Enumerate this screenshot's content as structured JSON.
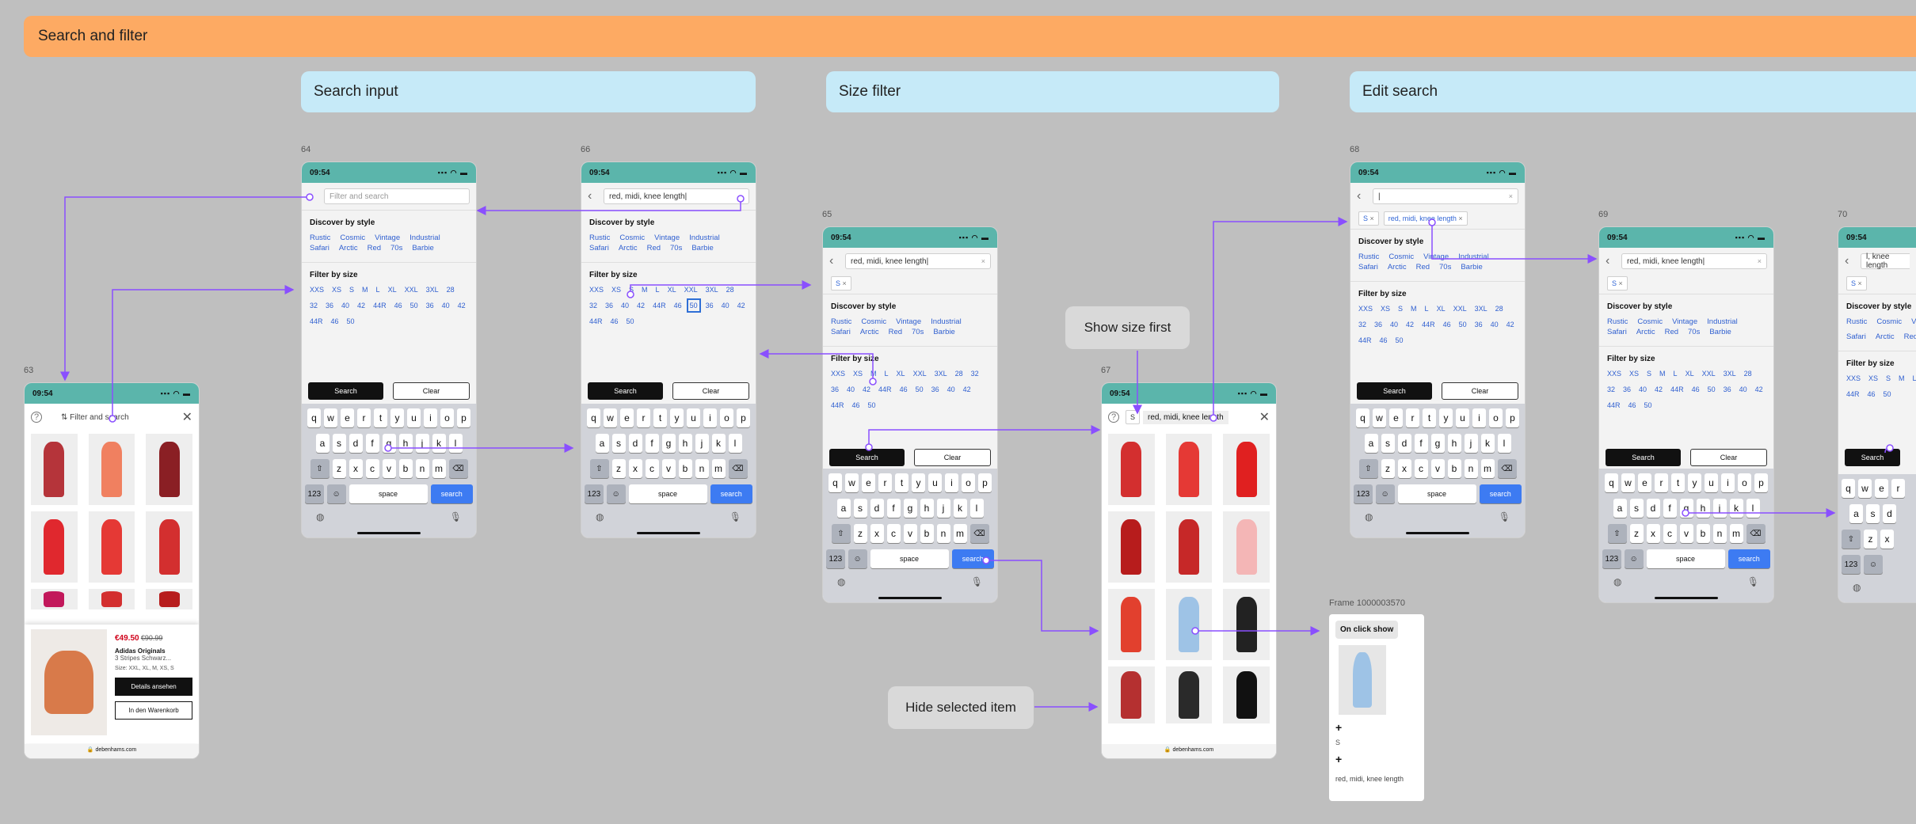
{
  "main_banner": {
    "title": "Search and filter",
    "color": "#fdaa63"
  },
  "sections": [
    {
      "title": "Search input",
      "color": "#c6eaf8"
    },
    {
      "title": "Size filter",
      "color": "#c6eaf8"
    },
    {
      "title": "Edit search",
      "color": "#c6eaf8"
    }
  ],
  "frame_numbers": {
    "f63": "63",
    "f64": "64",
    "f66": "66",
    "f65": "65",
    "f67": "67",
    "f68": "68",
    "f69": "69",
    "f70": "70",
    "f_group": "Frame 1000003570"
  },
  "status": {
    "time": "09:54",
    "icons": "▪▪▪ ◠ ▬"
  },
  "search": {
    "placeholder": "Filter and search",
    "query": "red, midi, knee length",
    "query_cursor": "red, midi, knee length|",
    "query_truncated": "l, knee length",
    "filter_button_label": "Filter and search"
  },
  "discover": {
    "heading": "Discover by style",
    "styles": [
      "Rustic",
      "Cosmic",
      "Vintage",
      "Industrial",
      "Safari",
      "Arctic",
      "Red",
      "70s",
      "Barbie"
    ]
  },
  "size_filter": {
    "heading": "Filter by size",
    "sizes": [
      "XXS",
      "XS",
      "S",
      "M",
      "L",
      "XL",
      "XXL",
      "3XL",
      "28",
      "32",
      "36",
      "40",
      "42",
      "44R",
      "46",
      "50",
      "36",
      "40",
      "42",
      "44R",
      "46",
      "50"
    ]
  },
  "chips": {
    "size_chip": "S",
    "query_chip": "red, midi, knee length",
    "x": "×"
  },
  "buttons": {
    "search": "Search",
    "clear": "Clear"
  },
  "keyboard": {
    "row1": [
      "q",
      "w",
      "e",
      "r",
      "t",
      "y",
      "u",
      "i",
      "o",
      "p"
    ],
    "row2": [
      "a",
      "s",
      "d",
      "f",
      "g",
      "h",
      "j",
      "k",
      "l"
    ],
    "row3": [
      "z",
      "x",
      "c",
      "v",
      "b",
      "n",
      "m"
    ],
    "numbers": "123",
    "space": "space",
    "go": "search",
    "shift": "⇧",
    "backspace": "⌫",
    "emoji": "☺",
    "globe": "◍",
    "mic": "🎙"
  },
  "product_card": {
    "price": "€49.50",
    "old_price": "€90.99",
    "brand": "Adidas Originals",
    "name": "3 Stripes Schwarz...",
    "sizes": "Size: XXL, XL, M, XS, S",
    "details_button": "Details ansehen",
    "cart_button": "In den Warenkorb"
  },
  "url": "debenhams.com",
  "callouts": {
    "show_size_first": "Show size first",
    "hide_selected_item": "Hide selected item"
  },
  "on_click": {
    "title": "On click show",
    "plus": "+",
    "size": "S",
    "query": "red, midi, knee length"
  },
  "colors": {
    "accent_purple": "#8a4fff",
    "status_teal": "#5bb5ab",
    "link_blue": "#2f5fd0",
    "key_blue": "#3d7bf2",
    "price_red": "#d0021b"
  }
}
